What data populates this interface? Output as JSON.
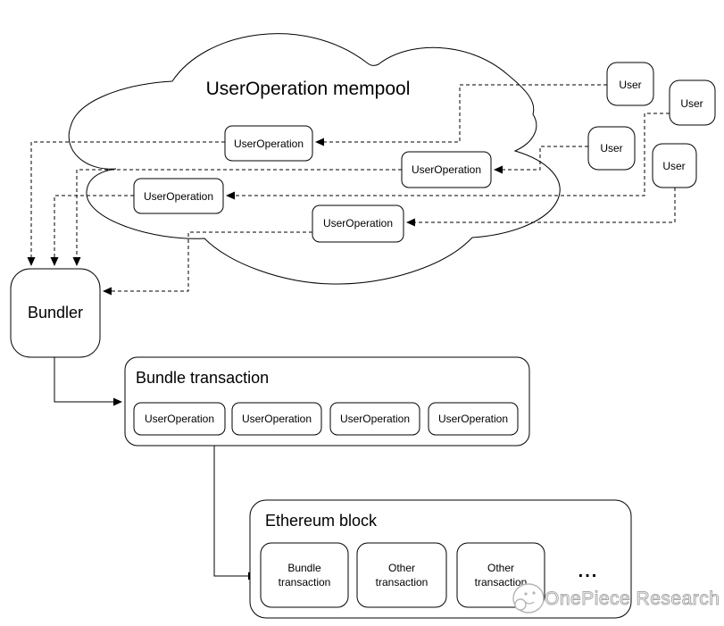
{
  "colors": {
    "stroke": "#000000",
    "background": "#ffffff",
    "watermark": "#a8a8a8"
  },
  "mempool": {
    "title": "UserOperation mempool",
    "nodes": [
      {
        "label": "UserOperation"
      },
      {
        "label": "UserOperation"
      },
      {
        "label": "UserOperation"
      },
      {
        "label": "UserOperation"
      }
    ]
  },
  "users": [
    {
      "label": "User"
    },
    {
      "label": "User"
    },
    {
      "label": "User"
    },
    {
      "label": "User"
    }
  ],
  "bundler": {
    "label": "Bundler"
  },
  "bundle_transaction": {
    "title": "Bundle transaction",
    "nodes": [
      {
        "label": "UserOperation"
      },
      {
        "label": "UserOperation"
      },
      {
        "label": "UserOperation"
      },
      {
        "label": "UserOperation"
      }
    ]
  },
  "ethereum_block": {
    "title": "Ethereum block",
    "transactions": [
      {
        "line1": "Bundle",
        "line2": "transaction"
      },
      {
        "line1": "Other",
        "line2": "transaction"
      },
      {
        "line1": "Other",
        "line2": "transaction"
      }
    ],
    "ellipsis": "..."
  },
  "watermark": {
    "logo_icon": "onepiece-logo-icon",
    "text": "OnePiece Research"
  }
}
